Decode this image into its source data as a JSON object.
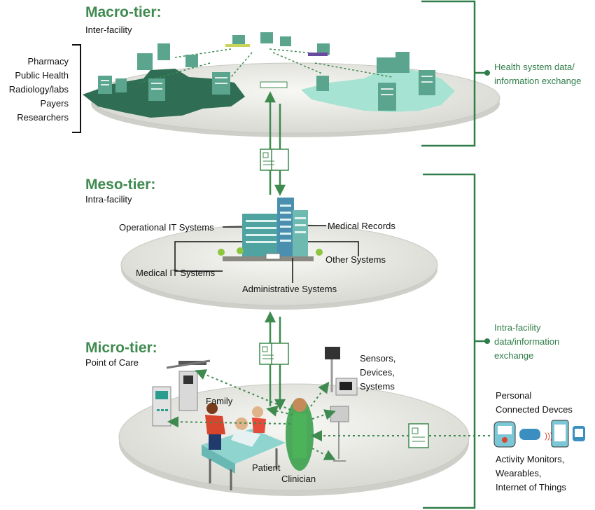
{
  "macro": {
    "title": "Macro-tier:",
    "subtitle": "Inter-facility",
    "stakeholders": [
      "Pharmacy",
      "Public Health",
      "Radiology/labs",
      "Payers",
      "Researchers"
    ]
  },
  "meso": {
    "title": "Meso-tier:",
    "subtitle": "Intra-facility",
    "systems": {
      "operational": "Operational IT Systems",
      "medical_records": "Medical Records",
      "medical_it": "Medical IT Systems",
      "other": "Other Systems",
      "administrative": "Administrative Systems"
    }
  },
  "micro": {
    "title": "Micro-tier:",
    "subtitle": "Point of Care",
    "family": "Family",
    "patient": "Patient",
    "clinician": "Clinician",
    "sensors": [
      "Sensors,",
      "Devices,",
      "Systems"
    ],
    "personal_title": [
      "Personal",
      "Connected Devces"
    ],
    "personal_list": [
      "Activity Monitors,",
      "Wearables,",
      "Internet of Things"
    ]
  },
  "exchange": {
    "health_system": [
      "Health system data/",
      "information exchange"
    ],
    "intra_facility": [
      "Intra-facility",
      "data/information",
      "exchange"
    ]
  },
  "colors": {
    "accent_green": "#3f8a4f",
    "bracket_green": "#2f7d48",
    "dark_teal": "#2f6e55",
    "light_teal": "#9fe0cf",
    "platform_fill": "#ecece8"
  }
}
